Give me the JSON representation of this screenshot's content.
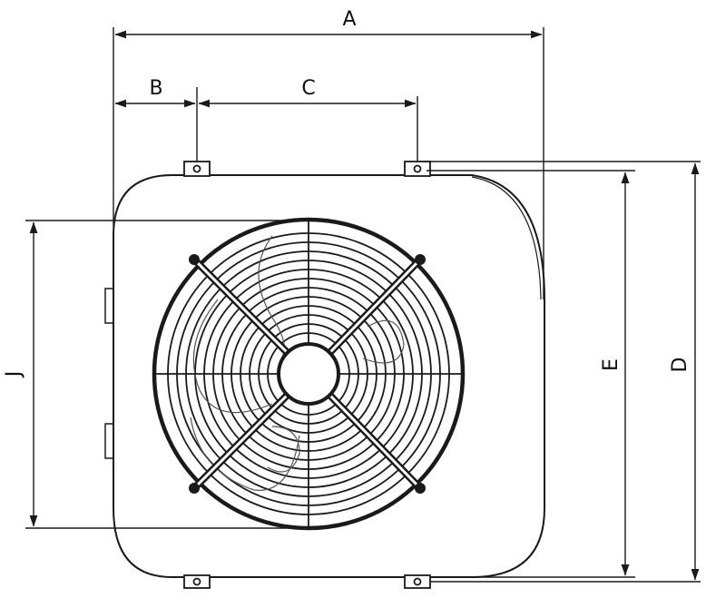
{
  "dimension_labels": {
    "a": "A",
    "b": "B",
    "c": "C",
    "d": "D",
    "e": "E",
    "j": "J"
  },
  "colors": {
    "line": "#1a1a1a",
    "background": "#ffffff"
  }
}
